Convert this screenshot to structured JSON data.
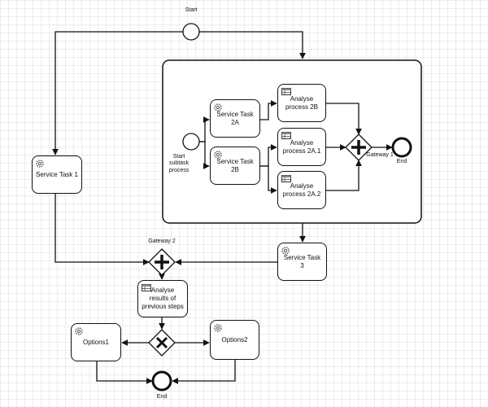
{
  "events": {
    "start": "Start",
    "start_subtask": "Start subtask process",
    "end_sub": "End",
    "end_main": "End"
  },
  "gateways": {
    "g1": "Gateway 1",
    "g2": "Gateway 2"
  },
  "tasks": {
    "service_task_1": "Service Task  1",
    "service_task_2a": "Service Task 2A",
    "service_task_2b": "Service Task 2B",
    "analyse_2b": "Analyse process 2B",
    "analyse_2a1": "Analyse process 2A.1",
    "analyse_2a2": "Analyse process 2A.2",
    "service_task_3": "Service Task 3",
    "analyse_results": "Analyse results of previous steps",
    "options1": "Options1",
    "options2": "Options2"
  },
  "colors": {
    "stroke": "#111111",
    "background": "#ffffff",
    "grid": "#ececec"
  },
  "icons": {
    "service_task": "gear-icon",
    "business_rule_task": "table-icon"
  }
}
